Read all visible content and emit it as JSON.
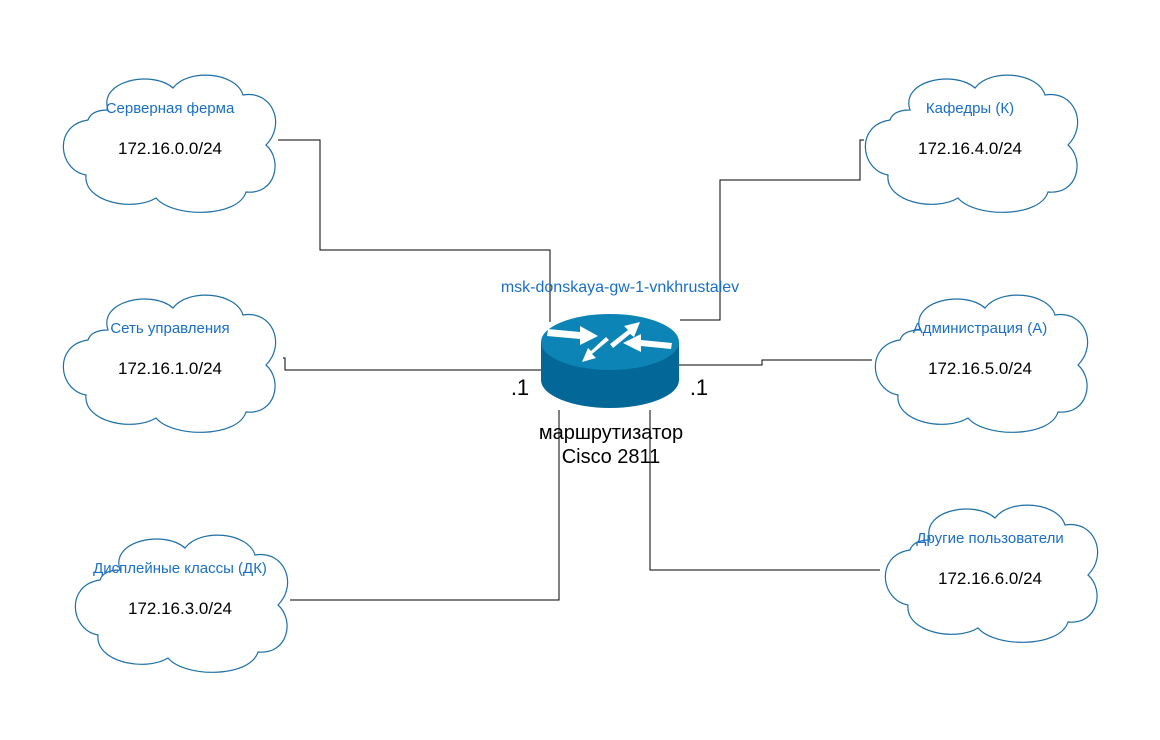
{
  "router": {
    "hostname": "msk-donskaya-gw-1-vnkhrustalev",
    "label_line1": "маршрутизатор",
    "label_line2": "Cisco 2811",
    "iface_left": ".1",
    "iface_right": ".1",
    "body_color": "#036897",
    "top_color": "#0d84b6",
    "arrow_color": "#ffffff"
  },
  "networks": [
    {
      "id": "server-farm",
      "title": "Серверная ферма",
      "subnet": "172.16.0.0/24"
    },
    {
      "id": "management",
      "title": "Сеть управления",
      "subnet": "172.16.1.0/24"
    },
    {
      "id": "display-classes",
      "title": "Дисплейные классы (ДК)",
      "subnet": "172.16.3.0/24"
    },
    {
      "id": "departments",
      "title": "Кафедры (К)",
      "subnet": "172.16.4.0/24"
    },
    {
      "id": "administration",
      "title": "Администрация (А)",
      "subnet": "172.16.5.0/24"
    },
    {
      "id": "other-users",
      "title": "Другие пользователи",
      "subnet": "172.16.6.0/24"
    }
  ],
  "colors": {
    "cloud_outline": "#1f6fa6",
    "cloud_title": "#1a6fc4",
    "line": "#000000"
  }
}
